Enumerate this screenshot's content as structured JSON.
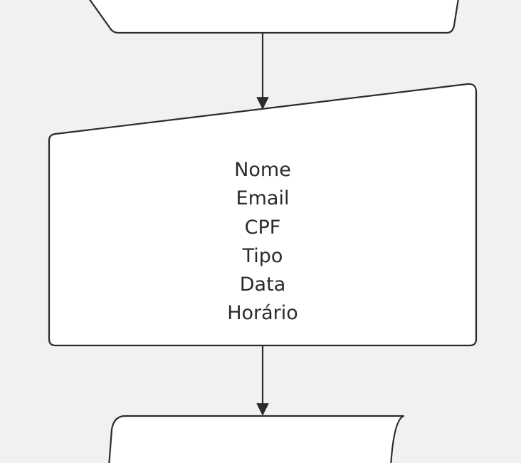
{
  "colors": {
    "background": "#f1f1f1",
    "shape_fill": "#ffffff",
    "stroke": "#2b2b2b",
    "text": "#2b2b2b"
  },
  "diagram": {
    "type": "flowchart",
    "nodes": [
      {
        "id": "top-shape",
        "shape": "display",
        "lines": []
      },
      {
        "id": "manual-input",
        "shape": "manual-input",
        "lines": [
          "Nome",
          "Email",
          "CPF",
          "Tipo",
          "Data",
          "Horário"
        ]
      },
      {
        "id": "bottom-shape",
        "shape": "display",
        "lines": []
      }
    ],
    "edges": [
      {
        "from": "top-shape",
        "to": "manual-input"
      },
      {
        "from": "manual-input",
        "to": "bottom-shape"
      }
    ]
  }
}
